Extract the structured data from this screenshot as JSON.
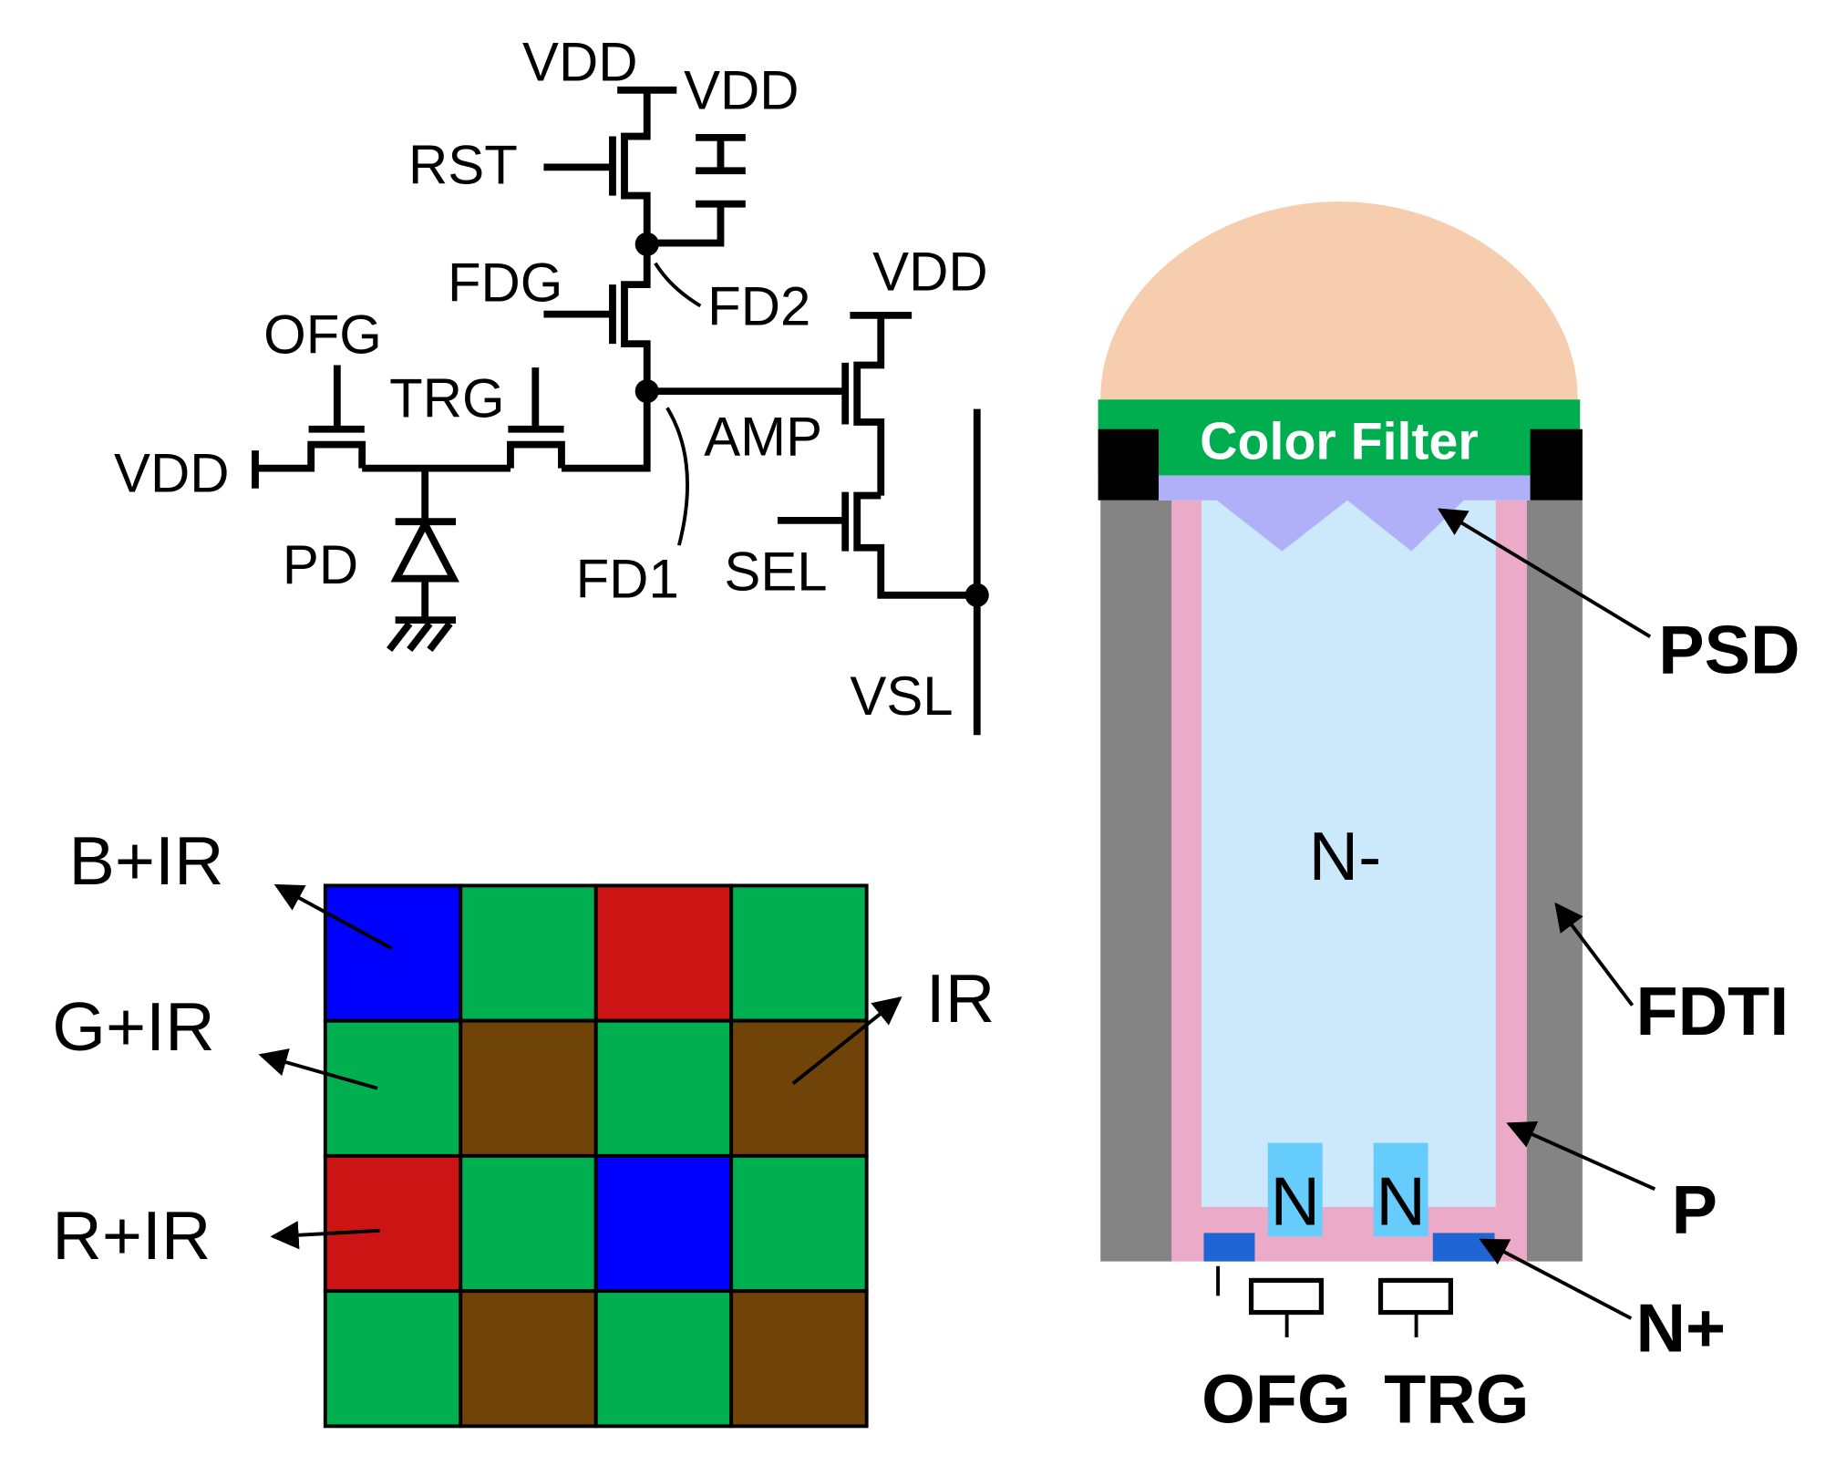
{
  "circuit": {
    "labels": {
      "vdd_rst": "VDD",
      "vdd_cap": "VDD",
      "vdd_amp": "VDD",
      "vdd_ofg": "VDD",
      "rst": "RST",
      "fdg": "FDG",
      "fd2": "FD2",
      "ofg": "OFG",
      "trg": "TRG",
      "amp": "AMP",
      "pd": "PD",
      "fd1": "FD1",
      "sel": "SEL",
      "vsl": "VSL"
    }
  },
  "cfa": {
    "rows": 4,
    "cols": 4,
    "pattern": [
      [
        "blue",
        "green",
        "red",
        "green"
      ],
      [
        "green",
        "ir",
        "green",
        "ir"
      ],
      [
        "red",
        "green",
        "blue",
        "green"
      ],
      [
        "green",
        "ir",
        "green",
        "ir"
      ]
    ],
    "colors": {
      "blue": "#0000ff",
      "green": "#00b050",
      "red": "#cc1414",
      "ir": "#704309"
    },
    "labels": {
      "b_ir": "B+IR",
      "g_ir": "G+IR",
      "r_ir": "R+IR",
      "ir": "IR"
    }
  },
  "cross_section": {
    "labels": {
      "color_filter": "Color Filter",
      "n_minus": "N-",
      "n_left": "N",
      "n_right": "N",
      "psd": "PSD",
      "fdti": "FDTI",
      "p": "P",
      "n_plus": "N+",
      "ofg": "OFG",
      "trg": "TRG"
    },
    "colors": {
      "microlens": "#f7cdb0",
      "color_filter": "#00ad4f",
      "light_shield": "#000000",
      "psd": "#b0b0f8",
      "fdti": "#848484",
      "p_well": "#ebaac8",
      "n_minus": "#cce9fc",
      "n_region": "#66ccfc",
      "n_plus": "#1f66d4"
    }
  }
}
